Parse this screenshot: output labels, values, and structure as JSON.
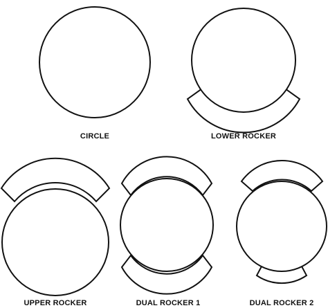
{
  "shapes": [
    {
      "id": "circle",
      "label": "CIRCLE",
      "rockers": []
    },
    {
      "id": "lower-rocker",
      "label": "LOWER ROCKER",
      "rockers": [
        "bottom"
      ]
    },
    {
      "id": "upper-rocker",
      "label": "UPPER ROCKER",
      "rockers": [
        "top"
      ]
    },
    {
      "id": "dual-rocker-1",
      "label": "DUAL ROCKER 1",
      "rockers": [
        "top",
        "bottom"
      ]
    },
    {
      "id": "dual-rocker-2",
      "label": "DUAL ROCKER 2",
      "rockers": [
        "top",
        "bottom"
      ]
    }
  ],
  "colors": {
    "stroke": "#111111",
    "fill": "#ffffff"
  }
}
